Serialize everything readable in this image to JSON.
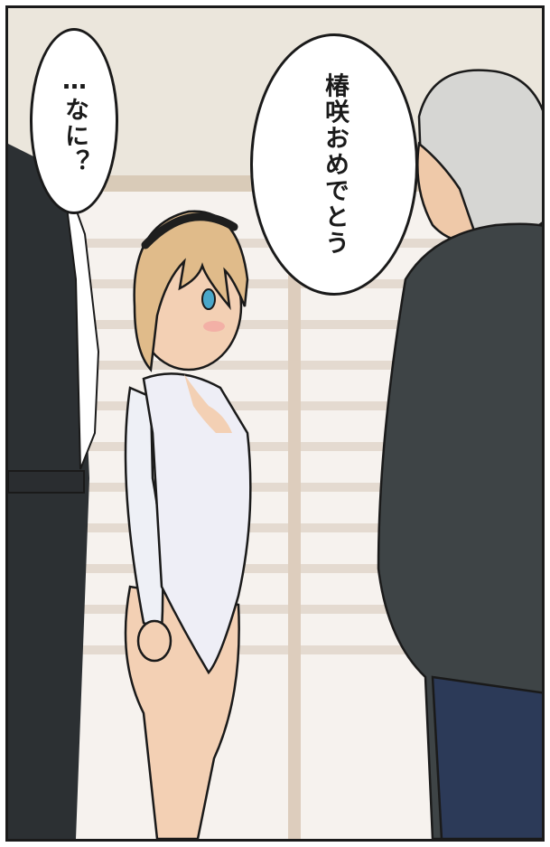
{
  "speech_bubbles": {
    "left": "…なに？",
    "right": [
      "椿咲",
      "おめでとう"
    ]
  }
}
